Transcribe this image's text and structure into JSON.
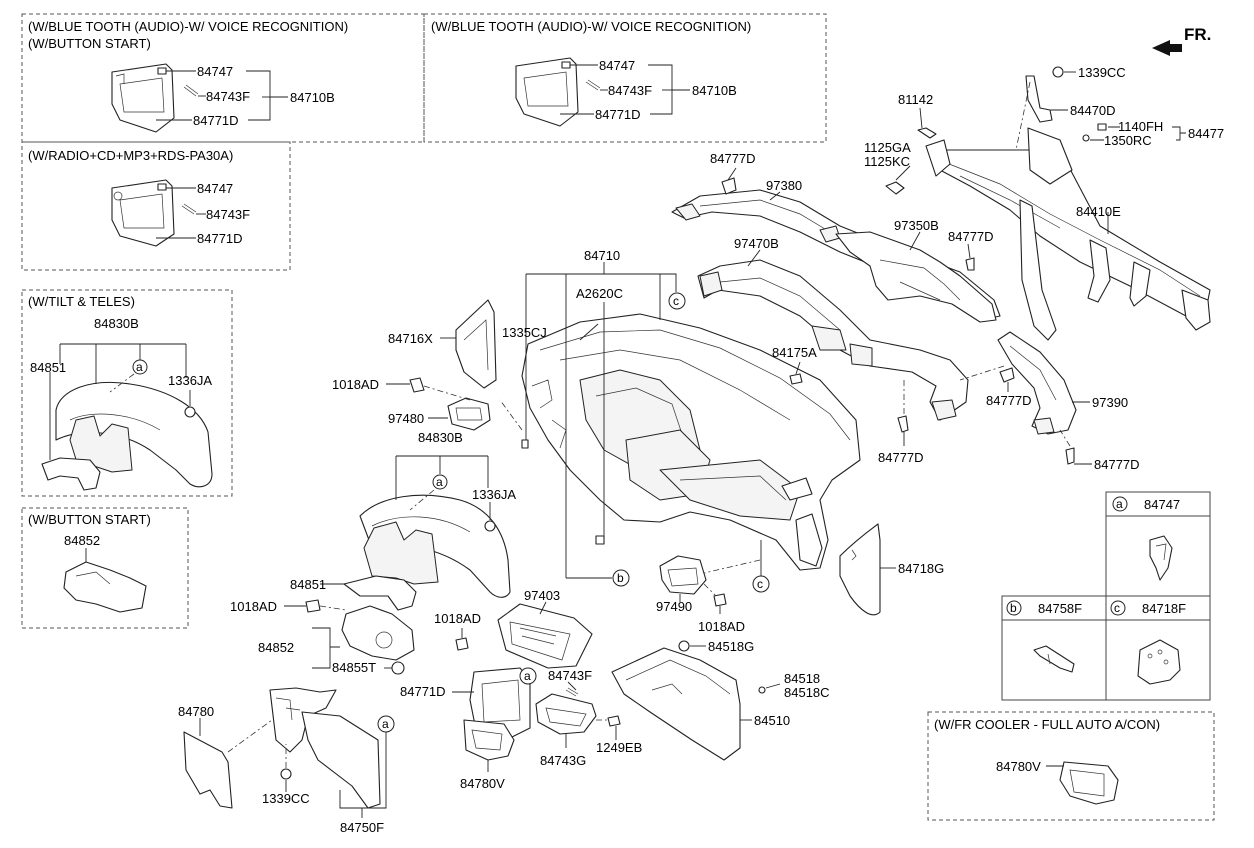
{
  "boxes": {
    "bt_voice_button": [
      "(W/BLUE TOOTH (AUDIO)-W/ VOICE RECOGNITION)",
      "(W/BUTTON START)"
    ],
    "bt_voice": [
      "(W/BLUE TOOTH (AUDIO)-W/ VOICE RECOGNITION)"
    ],
    "radio": [
      "(W/RADIO+CD+MP3+RDS-PA30A)"
    ],
    "tilt": [
      "(W/TILT & TELES)"
    ],
    "button_start": [
      "(W/BUTTON START)"
    ],
    "cooler": [
      "(W/FR COOLER - FULL AUTO A/CON)"
    ]
  },
  "direction": "FR.",
  "legend": [
    {
      "letter": "a",
      "part": "84747"
    },
    {
      "letter": "b",
      "part": "84758F"
    },
    {
      "letter": "c",
      "part": "84718F"
    }
  ],
  "labels": {
    "b1_84747": "84747",
    "b1_84743F": "84743F",
    "b1_84771D": "84771D",
    "b1_84710B": "84710B",
    "b2_84747": "84747",
    "b2_84743F": "84743F",
    "b2_84771D": "84771D",
    "b2_84710B": "84710B",
    "b3_84747": "84747",
    "b3_84743F": "84743F",
    "b3_84771D": "84771D",
    "t_84830B": "84830B",
    "t_84851": "84851",
    "t_1336JA": "1336JA",
    "bs_84852": "84852",
    "m_1339CC_top": "1339CC",
    "m_84470D": "84470D",
    "m_81142": "81142",
    "m_1140FH": "1140FH",
    "m_1350RC": "1350RC",
    "m_84477": "84477",
    "m_1125GA": "1125GA",
    "m_1125KC": "1125KC",
    "m_84777D_1": "84777D",
    "m_97380": "97380",
    "m_84410E": "84410E",
    "m_97350B": "97350B",
    "m_84777D_2": "84777D",
    "m_97470B": "97470B",
    "m_84710": "84710",
    "m_A2620C": "A2620C",
    "m_1335CJ": "1335CJ",
    "m_84716X": "84716X",
    "m_1018AD_1": "1018AD",
    "m_97480": "97480",
    "m_84175A": "84175A",
    "m_84777D_3": "84777D",
    "m_97390": "97390",
    "m_84777D_4": "84777D",
    "m_84777D_5": "84777D",
    "m_84830B": "84830B",
    "m_1336JA": "1336JA",
    "m_84851": "84851",
    "m_1018AD_2": "1018AD",
    "m_84852": "84852",
    "m_84855T": "84855T",
    "m_97403": "97403",
    "m_1018AD_3": "1018AD",
    "m_84771D": "84771D",
    "m_84743F": "84743F",
    "m_84743G": "84743G",
    "m_1249EB": "1249EB",
    "m_84780V": "84780V",
    "m_84780": "84780",
    "m_1339CC_bot": "1339CC",
    "m_84750F": "84750F",
    "m_97490": "97490",
    "m_1018AD_4": "1018AD",
    "m_84518G": "84518G",
    "m_84518": "84518",
    "m_84518C": "84518C",
    "m_84510": "84510",
    "m_84718G": "84718G",
    "c_84780V": "84780V"
  }
}
